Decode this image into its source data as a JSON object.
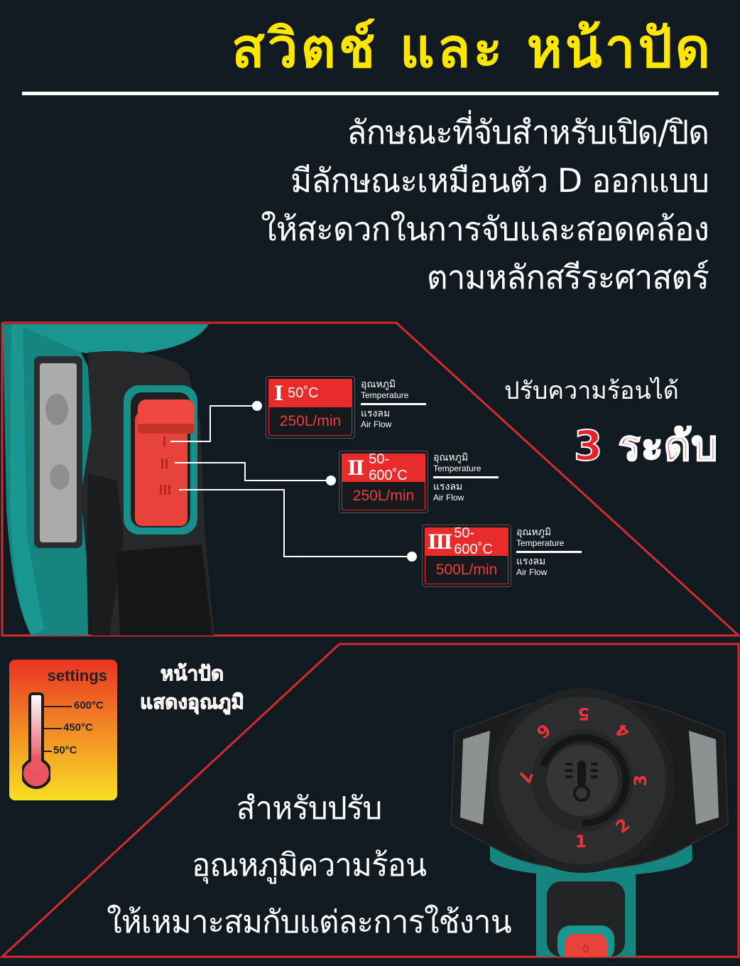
{
  "header": {
    "title": "สวิตช์ และ หน้าปัด",
    "title_color": "#ffe600",
    "description_lines": [
      "ลักษณะที่จับสำหรับเปิด/ปิด",
      "มีลักษณะเหมือนตัว D ออกแบบ",
      "ให้สะดวกในการจับและสอดคล้อง",
      "ตามหลักสรีระศาสตร์"
    ]
  },
  "switch_section": {
    "adjust_heading": "ปรับความร้อนได้",
    "levels_text": "3 ระดับ",
    "switch_marks": [
      "I",
      "II",
      "III"
    ],
    "levels": [
      {
        "roman": "I",
        "temperature": "50˚C",
        "airflow": "250L/min",
        "temp_label_th": "อุณหภูมิ",
        "temp_label_en": "Temperature",
        "airflow_label_th": "แรงลม",
        "airflow_label_en": "Air Flow"
      },
      {
        "roman": "II",
        "temperature": "50-600˚C",
        "airflow": "250L/min",
        "temp_label_th": "อุณหภูมิ",
        "temp_label_en": "Temperature",
        "airflow_label_th": "แรงลม",
        "airflow_label_en": "Air Flow"
      },
      {
        "roman": "III",
        "temperature": "50-600˚C",
        "airflow": "500L/min",
        "temp_label_th": "อุณหภูมิ",
        "temp_label_en": "Temperature",
        "airflow_label_th": "แรงลม",
        "airflow_label_en": "Air Flow"
      }
    ]
  },
  "dial_section": {
    "display_heading_lines": [
      "หน้าปัด",
      "แสดงอุณภูมิ"
    ],
    "thermometer_card": {
      "title": "settings",
      "ticks": [
        "600°C",
        "450°C",
        "50°C"
      ]
    },
    "description_lines": [
      "สำหรับปรับ",
      "อุณหภูมิความร้อน",
      "ให้เหมาะสมกับแต่ละการใช้งาน"
    ],
    "dial_numbers": [
      "1",
      "2",
      "3",
      "4",
      "5",
      "6",
      "7"
    ],
    "trigger_mark": "0"
  },
  "colors": {
    "background": "#111a20",
    "accent_red": "#e8222a",
    "frame_red": "#d42a2f",
    "teal": "#1a8a86"
  }
}
